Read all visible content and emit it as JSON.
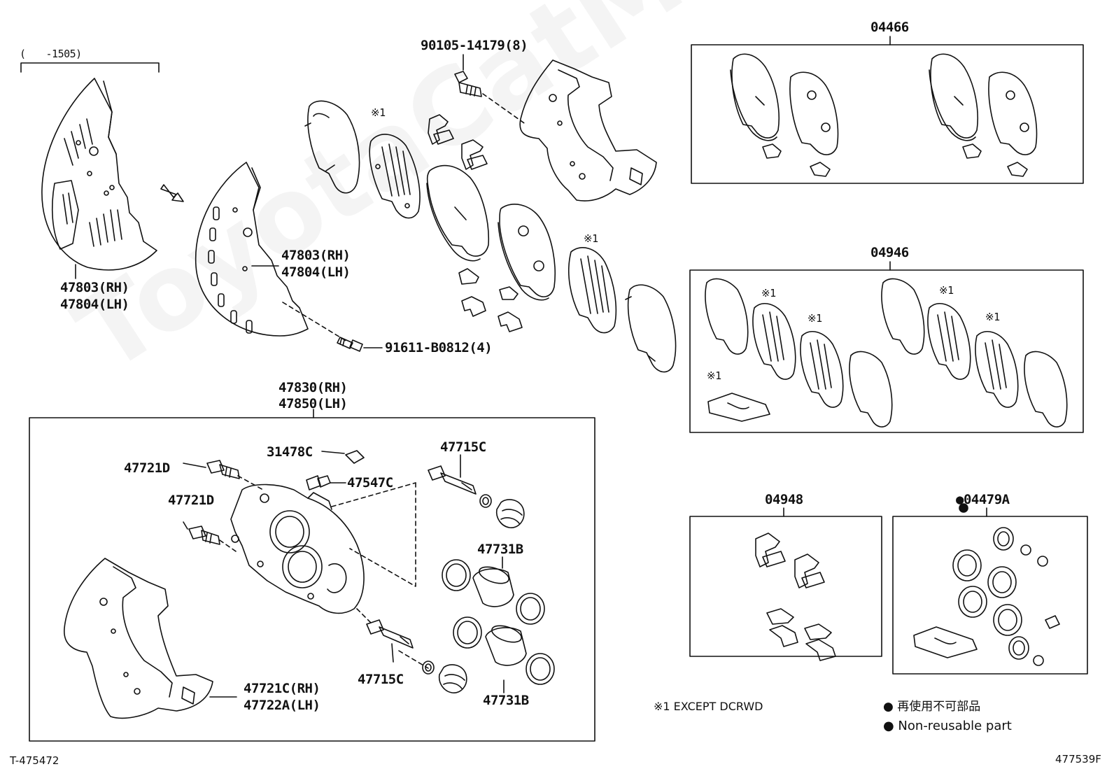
{
  "watermark": "ToyotaCatMine.ru",
  "range_note": "(　　-1505)",
  "parts": {
    "shield_old_rh": "47803(RH)",
    "shield_old_lh": "47804(LH)",
    "shield_new_rh": "47803(RH)",
    "shield_new_lh": "47804(LH)",
    "bolt_top": "90105-14179(8)",
    "bolt_shield": "91611-B0812(4)",
    "caliper_rh": "47830(RH)",
    "caliper_lh": "47850(LH)",
    "bleeder": "31478C",
    "pin_bolt_1": "47721D",
    "pin_bolt_2": "47721D",
    "plug": "47547C",
    "slide_pin_1": "47715C",
    "slide_pin_2": "47715C",
    "piston_1": "47731B",
    "piston_2": "47731B",
    "mounting_rh": "47721C(RH)",
    "mounting_lh": "47722A(LH)"
  },
  "kits": {
    "pad_kit": "04466",
    "shim_kit": "04946",
    "fitting_kit": "04948",
    "seal_kit": "●04479A"
  },
  "marks": {
    "asterisk_1": "※1"
  },
  "notes": {
    "except": "※1 EXCEPT DCRWD",
    "non_reusable_jp": "● 再使用不可部品",
    "non_reusable_en": "● Non-reusable part"
  },
  "figure_ids": {
    "left": "T-475472",
    "right": "477539F"
  }
}
